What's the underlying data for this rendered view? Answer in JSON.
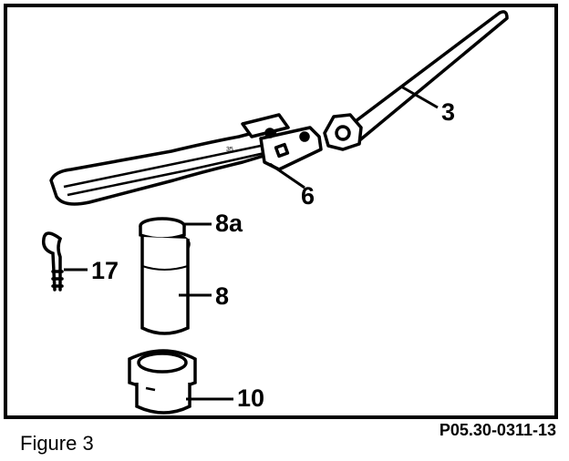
{
  "figure": {
    "caption": "Figure 3",
    "reference_code": "P05.30-0311-13"
  },
  "callouts": {
    "lever_rod": "3",
    "bracket": "6",
    "pin_head": "8a",
    "pin": "8",
    "bushing": "10",
    "hook": "17"
  },
  "labels": {
    "bracket_stamp": "35"
  }
}
